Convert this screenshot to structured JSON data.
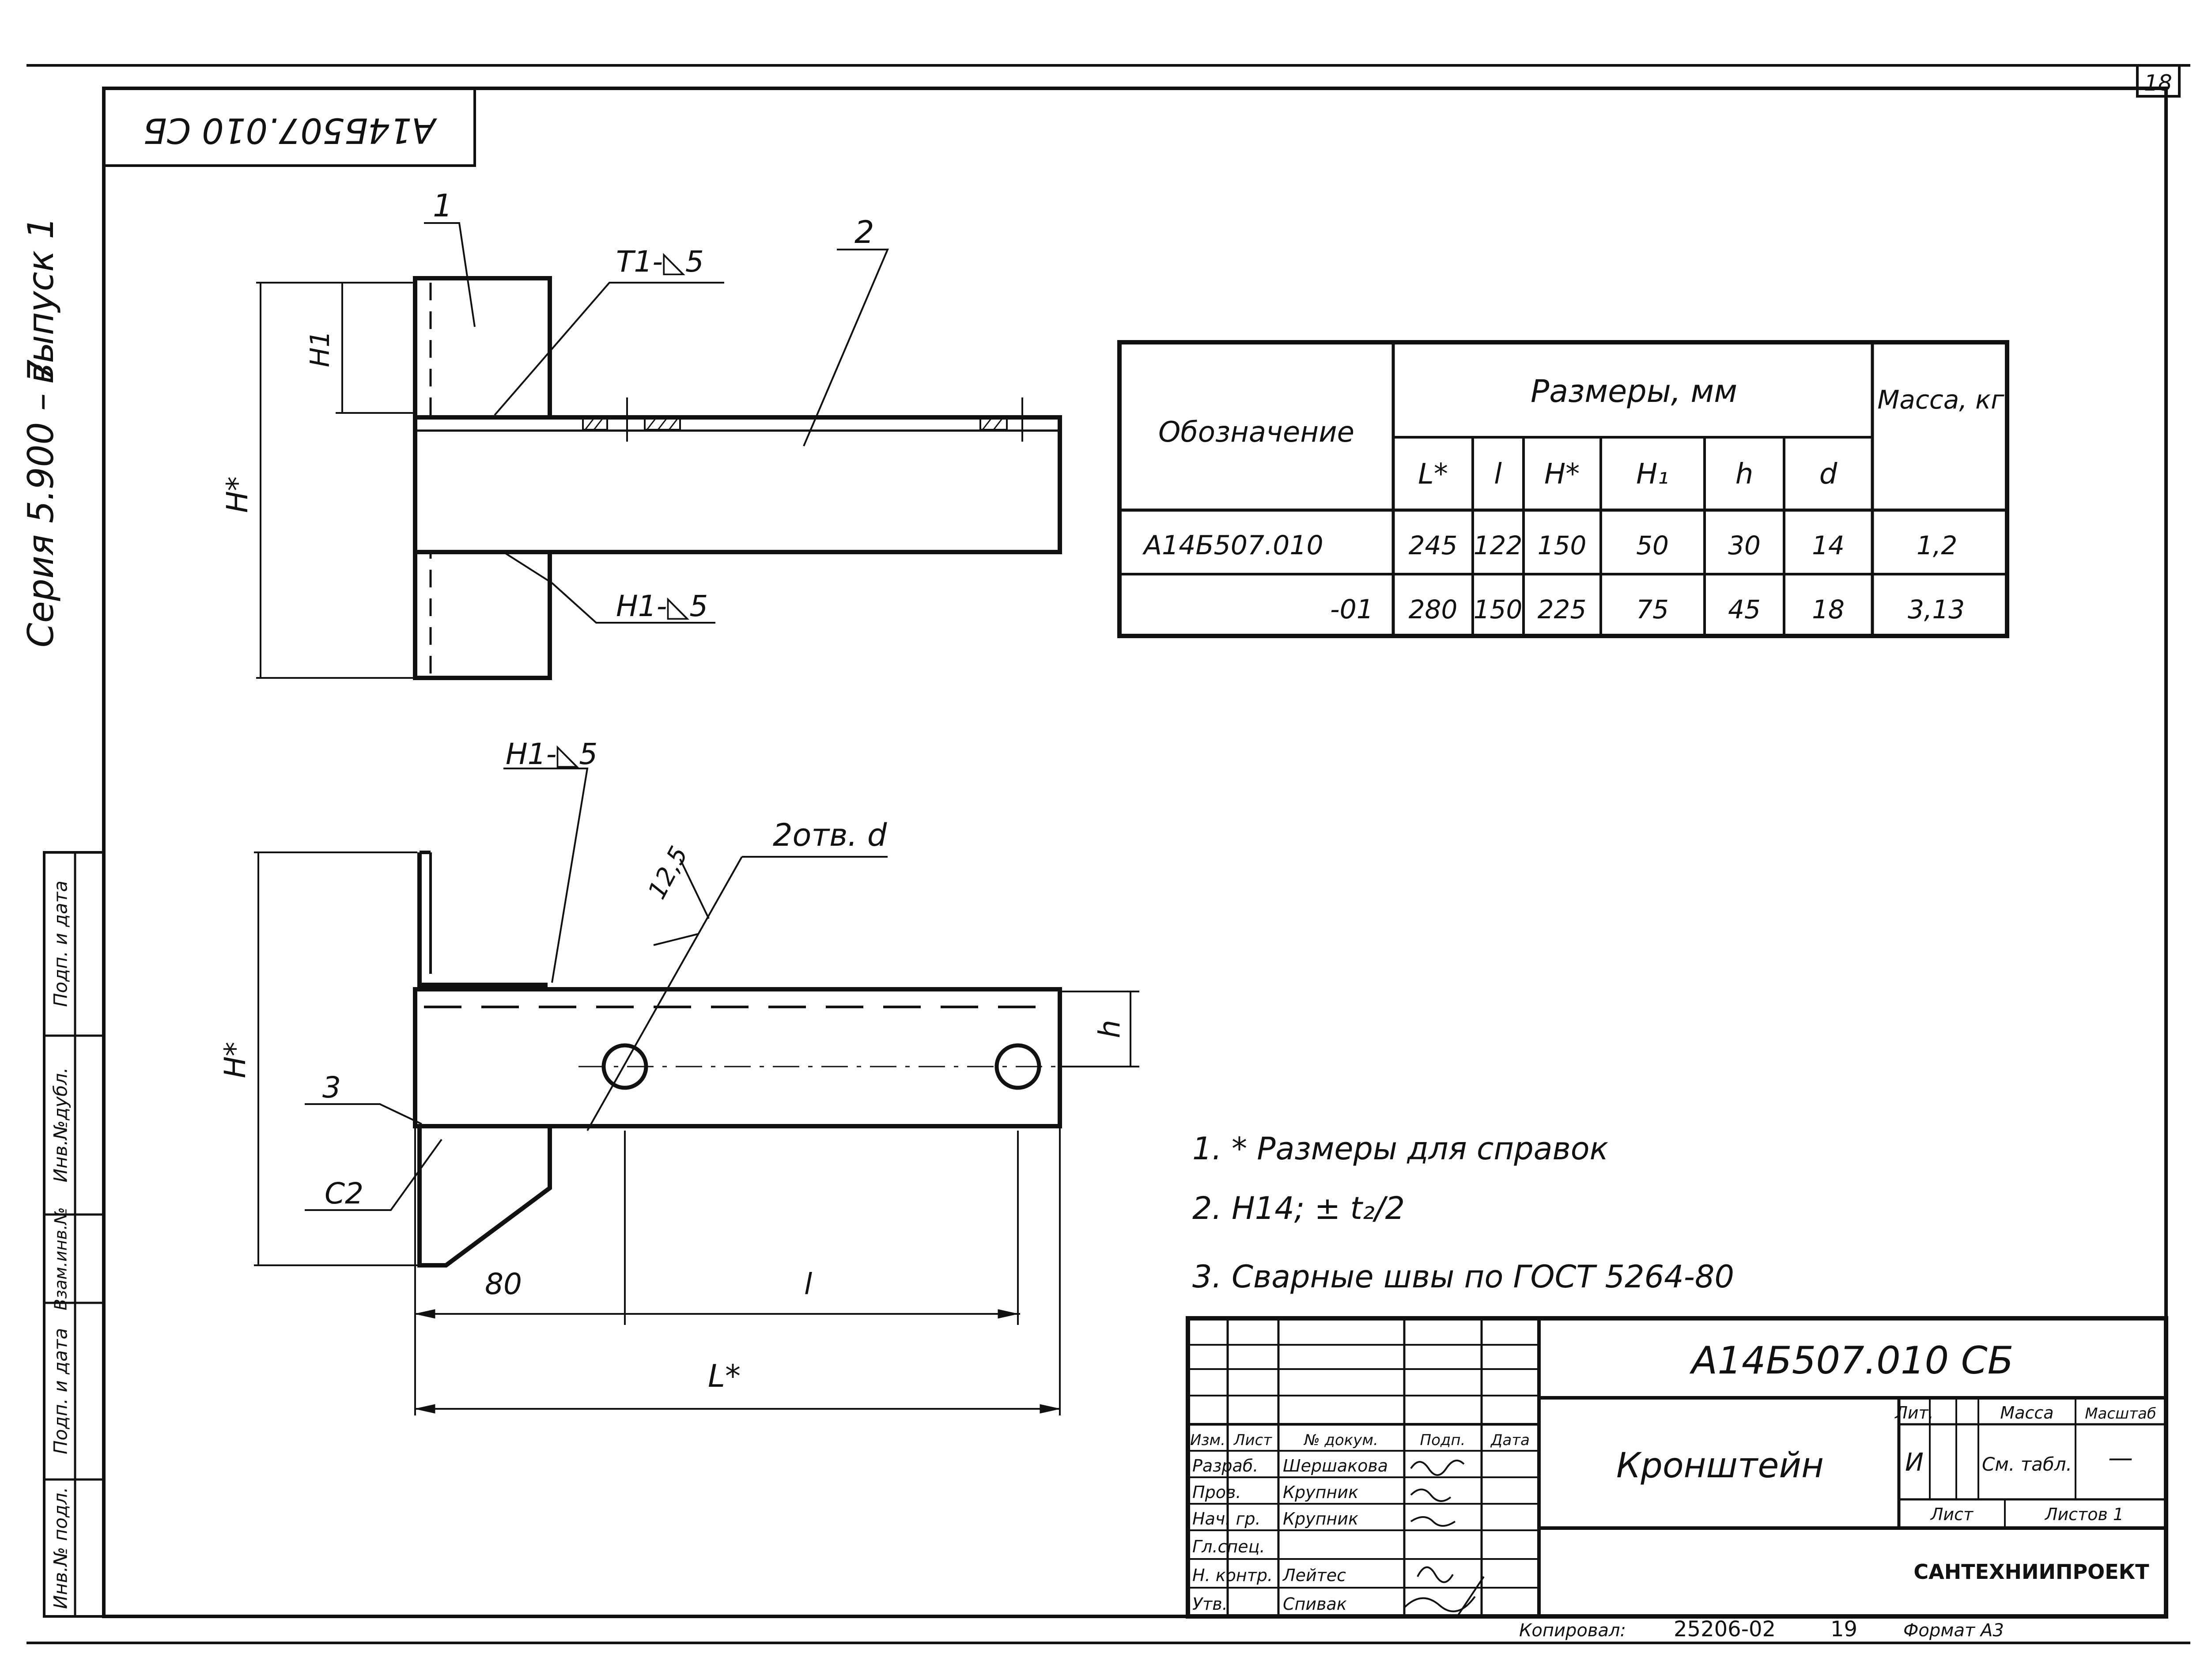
{
  "sheet": {
    "page_number": "18",
    "stamp_code": "А14Б507.010 СБ",
    "series": "Серия 5.900 – 7",
    "issue": "выпуск 1",
    "left_strip": [
      "Подп. и дата",
      "Инв.№дубл.",
      "Взам.инв.№",
      "Подп. и дата",
      "Инв.№ подл."
    ]
  },
  "drawing": {
    "top_view": {
      "pos1": "1",
      "pos2": "2",
      "weld_top": "Т1-◺5",
      "weld_bottom": "Н1-◺5",
      "dim_H1": "Н1",
      "dim_Hstar": "Н*"
    },
    "bottom_view": {
      "weld": "Н1-◺5",
      "holes": "2отв. d",
      "dim_125": "12,5",
      "pos3": "3",
      "chamfer": "С2",
      "dim_Hstar": "Н*",
      "dim_h": "h",
      "dim_80": "80",
      "dim_l": "l",
      "dim_Lstar": "L*"
    }
  },
  "table": {
    "col_designation": "Обозначение",
    "col_sizes": "Размеры, мм",
    "col_mass": "Масса, кг",
    "sub_headers": [
      "L*",
      "l",
      "Н*",
      "Н₁",
      "h",
      "d"
    ],
    "rows": [
      {
        "designation": "А14Б507.010",
        "values": [
          "245",
          "122",
          "150",
          "50",
          "30",
          "14"
        ],
        "mass": "1,2"
      },
      {
        "designation": "-01",
        "values": [
          "280",
          "150",
          "225",
          "75",
          "45",
          "18"
        ],
        "mass": "3,13"
      }
    ]
  },
  "notes": [
    "1. * Размеры для справок",
    "2. Н14; ± t₂/2",
    "3. Сварные швы по ГОСТ 5264-80"
  ],
  "title_block": {
    "code": "А14Б507.010 СБ",
    "name": "Кронштейн",
    "col_headers": [
      "Изм.",
      "Лист",
      "№ докум.",
      "Подп.",
      "Дата"
    ],
    "people": [
      {
        "role": "Разраб.",
        "name": "Шершакова"
      },
      {
        "role": "Пров.",
        "name": "Крупник"
      },
      {
        "role": "Нач. гр.",
        "name": "Крупник"
      },
      {
        "role": "Гл.спец.",
        "name": ""
      },
      {
        "role": "Н. контр.",
        "name": "Лейтес"
      },
      {
        "role": "Утв.",
        "name": "Спивак"
      }
    ],
    "lit_label": "Лит.",
    "mass_label": "Масса",
    "scale_label": "Масштаб",
    "lit_value": "И",
    "mass_value": "См. табл.",
    "scale_value": "—",
    "sheet_label": "Лист",
    "sheets_label": "Листов 1",
    "org": "САНТЕХНИИПРОЕКТ"
  },
  "footer": {
    "copied": "Копировал:",
    "number": "25206-02",
    "page": "19",
    "format": "Формат А3"
  }
}
